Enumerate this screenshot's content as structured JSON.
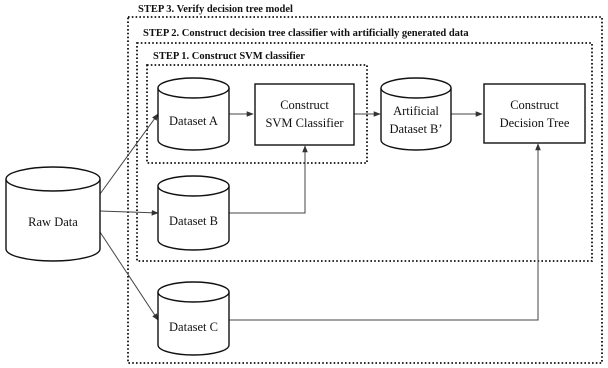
{
  "steps": {
    "step3": "STEP 3. Verify decision tree model",
    "step2": "STEP 2. Construct decision tree classifier with artificially  generated data",
    "step1": "STEP 1. Construct SVM classifier"
  },
  "nodes": {
    "raw_data": "Raw Data",
    "dataset_a": "Dataset A",
    "dataset_b": "Dataset B",
    "dataset_c": "Dataset C",
    "svm_line1": "Construct",
    "svm_line2": "SVM Classifier",
    "artificial_line1": "Artificial",
    "artificial_line2": "Dataset B’",
    "tree_line1": "Construct",
    "tree_line2": "Decision Tree"
  }
}
